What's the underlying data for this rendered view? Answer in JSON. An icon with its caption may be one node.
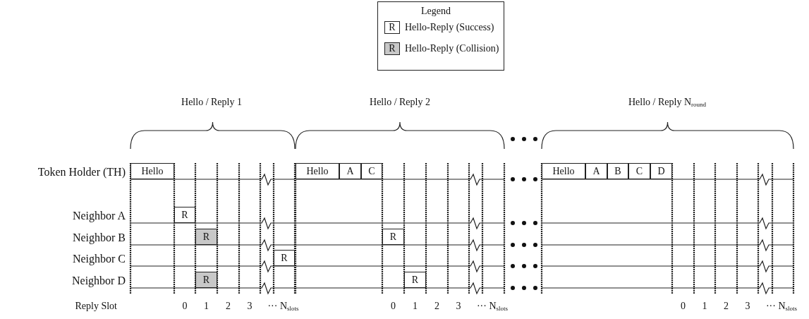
{
  "diagram": {
    "nodes": [
      {
        "text": [
          "Hello"
        ]
      },
      {
        "text": [
          "Hello"
        ]
      },
      {
        "text": [
          "A"
        ]
      },
      {
        "text": [
          "C"
        ]
      },
      {
        "text": [
          "Hello"
        ]
      },
      {
        "text": [
          "A"
        ]
      },
      {
        "text": [
          "B"
        ]
      },
      {
        "text": [
          "C"
        ]
      },
      {
        "text": [
          "D"
        ]
      },
      {
        "text": [
          "R"
        ]
      },
      {
        "text": [
          "R"
        ]
      },
      {
        "text": [
          "R"
        ]
      },
      {
        "text": [
          "R"
        ]
      },
      {
        "text": [
          "R"
        ]
      },
      {
        "text": [
          "R"
        ]
      }
    ],
    "labels": [
      "Legend",
      "R",
      "R",
      "Hello / Reply 1",
      "Hello / Reply 2",
      "Hello / Reply N$_{round}$",
      "Token Holder (TH)",
      "Neighbor A",
      "Neighbor B",
      "Neighbor C",
      "Neighbor D",
      "Reply Slot",
      "0",
      "1",
      "2",
      "3",
      "··· N$_{slots}$",
      "0",
      "1",
      "2",
      "3",
      "··· N$_{slots}$",
      "0",
      "1",
      "2",
      "3",
      "··· N$_{slots}$"
    ],
    "legend": [
      {
        "text": "Hello-Reply (Success)",
        "color": "#ffffff"
      },
      {
        "text": "Hello-Reply (Collision)",
        "color": "#c8c8c8"
      }
    ]
  }
}
